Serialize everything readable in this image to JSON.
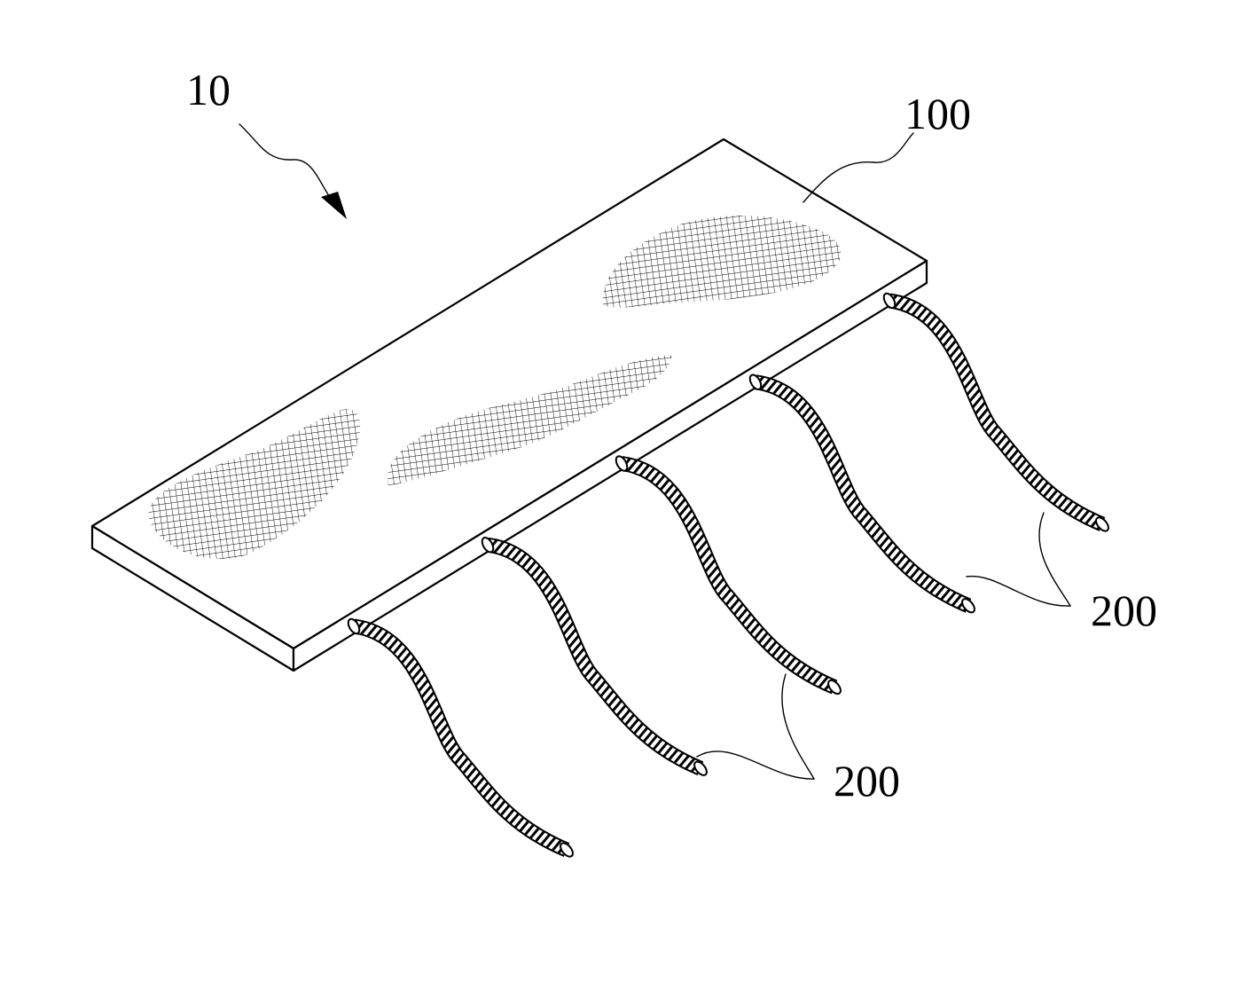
{
  "figure": {
    "labels": {
      "device": "10",
      "substrate": "100",
      "cables_right": "200",
      "cables_left": "200"
    },
    "cable_count": 5,
    "mesh_region_count": 3,
    "colors": {
      "line": "#000000",
      "background": "#ffffff"
    }
  }
}
